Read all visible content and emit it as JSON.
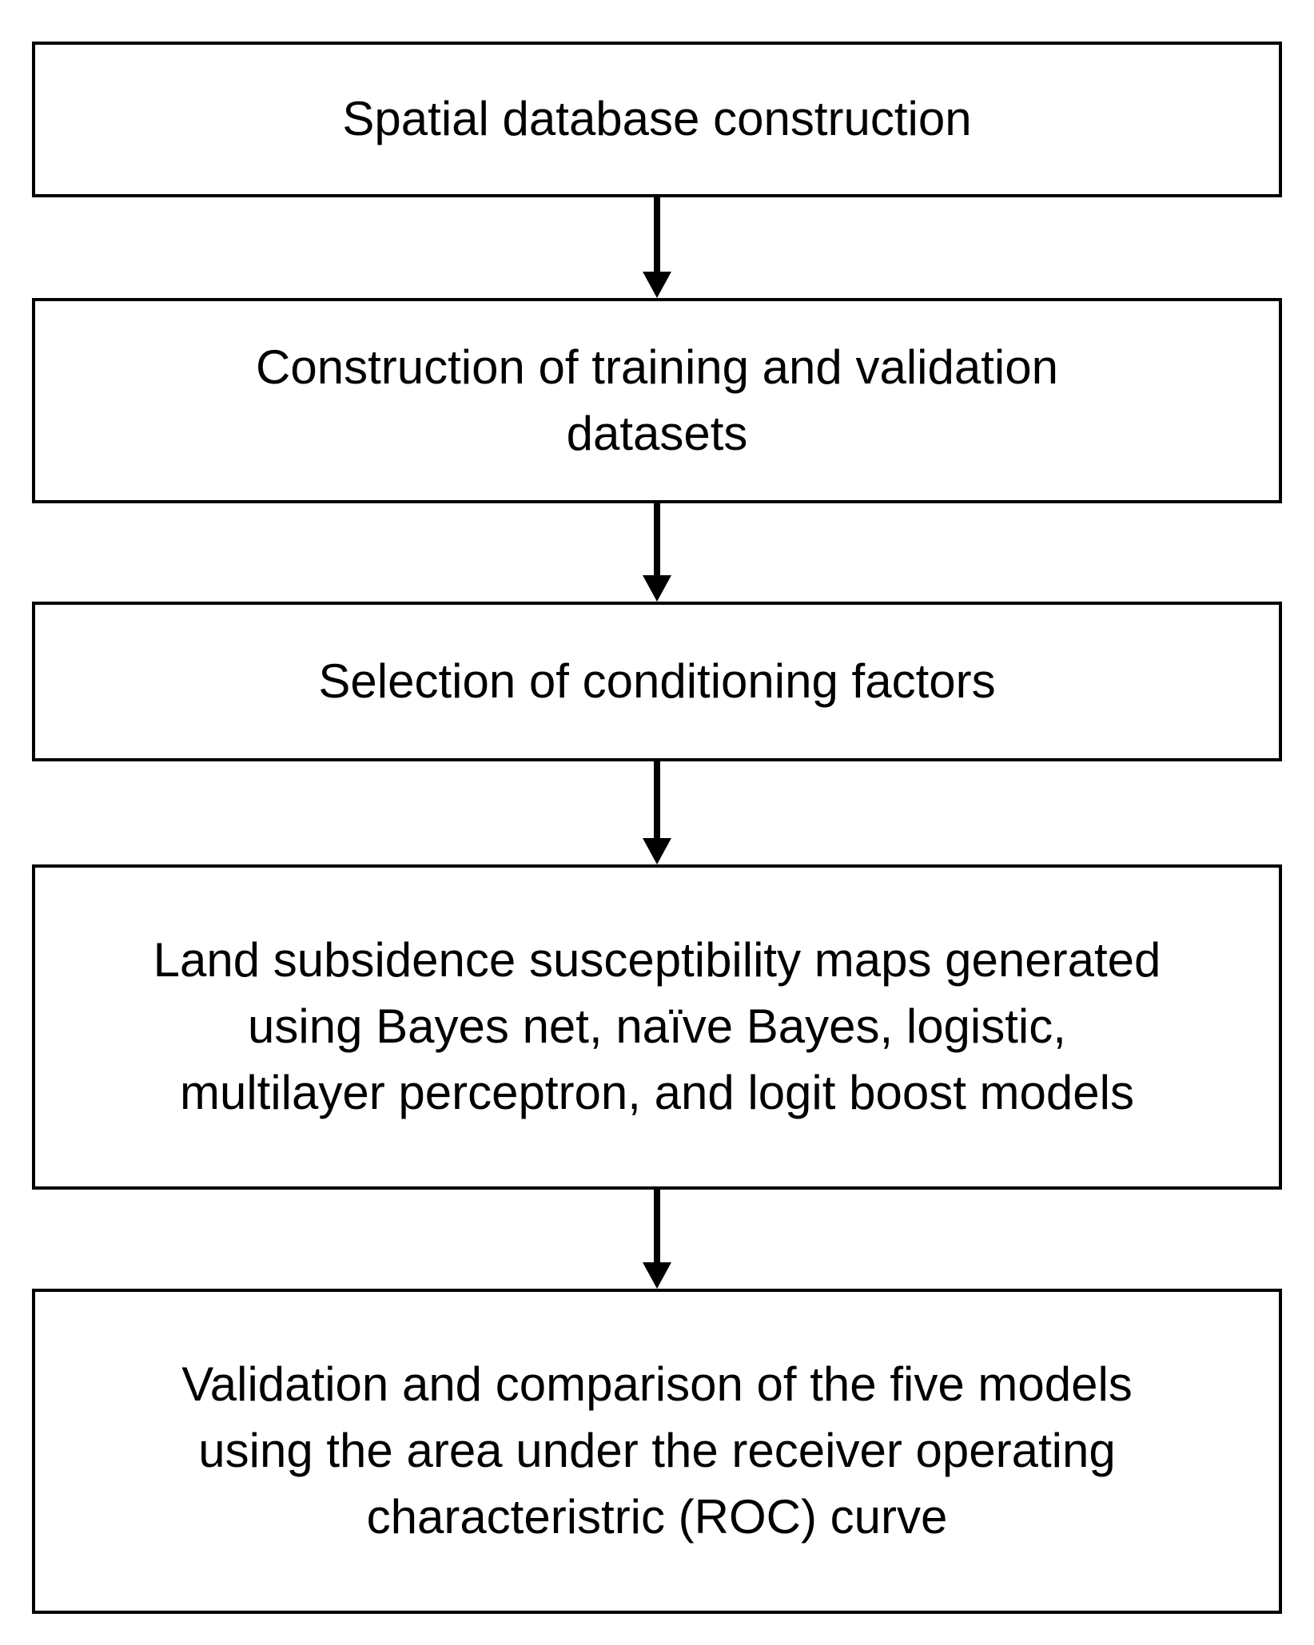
{
  "colors": {
    "bg": "#ffffff",
    "ink": "#000000",
    "line": "#000000"
  },
  "flowchart": {
    "steps": [
      {
        "label": "Spatial database construction"
      },
      {
        "label": "Construction of training and validation\ndatasets"
      },
      {
        "label": "Selection of conditioning factors"
      },
      {
        "label": "Land subsidence susceptibility maps generated\nusing Bayes net, naïve Bayes, logistic,\nmultilayer perceptron, and logit boost models"
      },
      {
        "label": "Validation and comparison of the five models\nusing the area under the receiver operating\ncharacteristric (ROC) curve"
      }
    ]
  }
}
